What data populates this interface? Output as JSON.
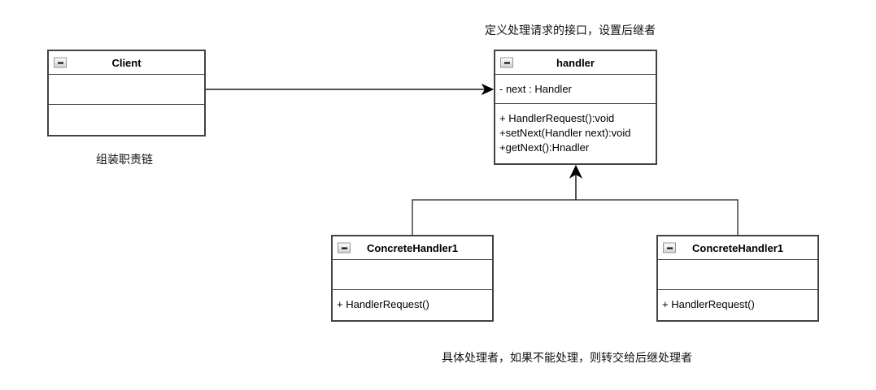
{
  "diagram": {
    "type": "uml-class-diagram",
    "pattern": "Chain of Responsibility",
    "annotations": {
      "top": "定义处理请求的接口，设置后继者",
      "left": "组装职责链",
      "bottom": "具体处理者，如果不能处理，则转交给后继处理者"
    },
    "classes": {
      "client": {
        "title": "Client",
        "attributes": [],
        "methods": []
      },
      "handler": {
        "title": "handler",
        "attributes": {
          "0": "- next : Handler"
        },
        "methods": {
          "0": "+ HandlerRequest():void",
          "1": "+setNext(Handler next):void",
          "2": "+getNext():Hnadler"
        }
      },
      "concrete_left": {
        "title": "ConcreteHandler1",
        "methods": {
          "0": "+ HandlerRequest()"
        }
      },
      "concrete_right": {
        "title": "ConcreteHandler1",
        "methods": {
          "0": "+ HandlerRequest()"
        }
      }
    },
    "relations": [
      {
        "from": "Client",
        "to": "handler",
        "type": "association-arrow"
      },
      {
        "from": "ConcreteHandler1 (left)",
        "to": "handler",
        "type": "generalization"
      },
      {
        "from": "ConcreteHandler1 (right)",
        "to": "handler",
        "type": "generalization"
      }
    ],
    "icons": {
      "collapse": "minus-in-square"
    },
    "colors": {
      "background": "#ffffff",
      "border": "#424242",
      "text": "#000000",
      "arrow_fill": "#000000"
    }
  }
}
